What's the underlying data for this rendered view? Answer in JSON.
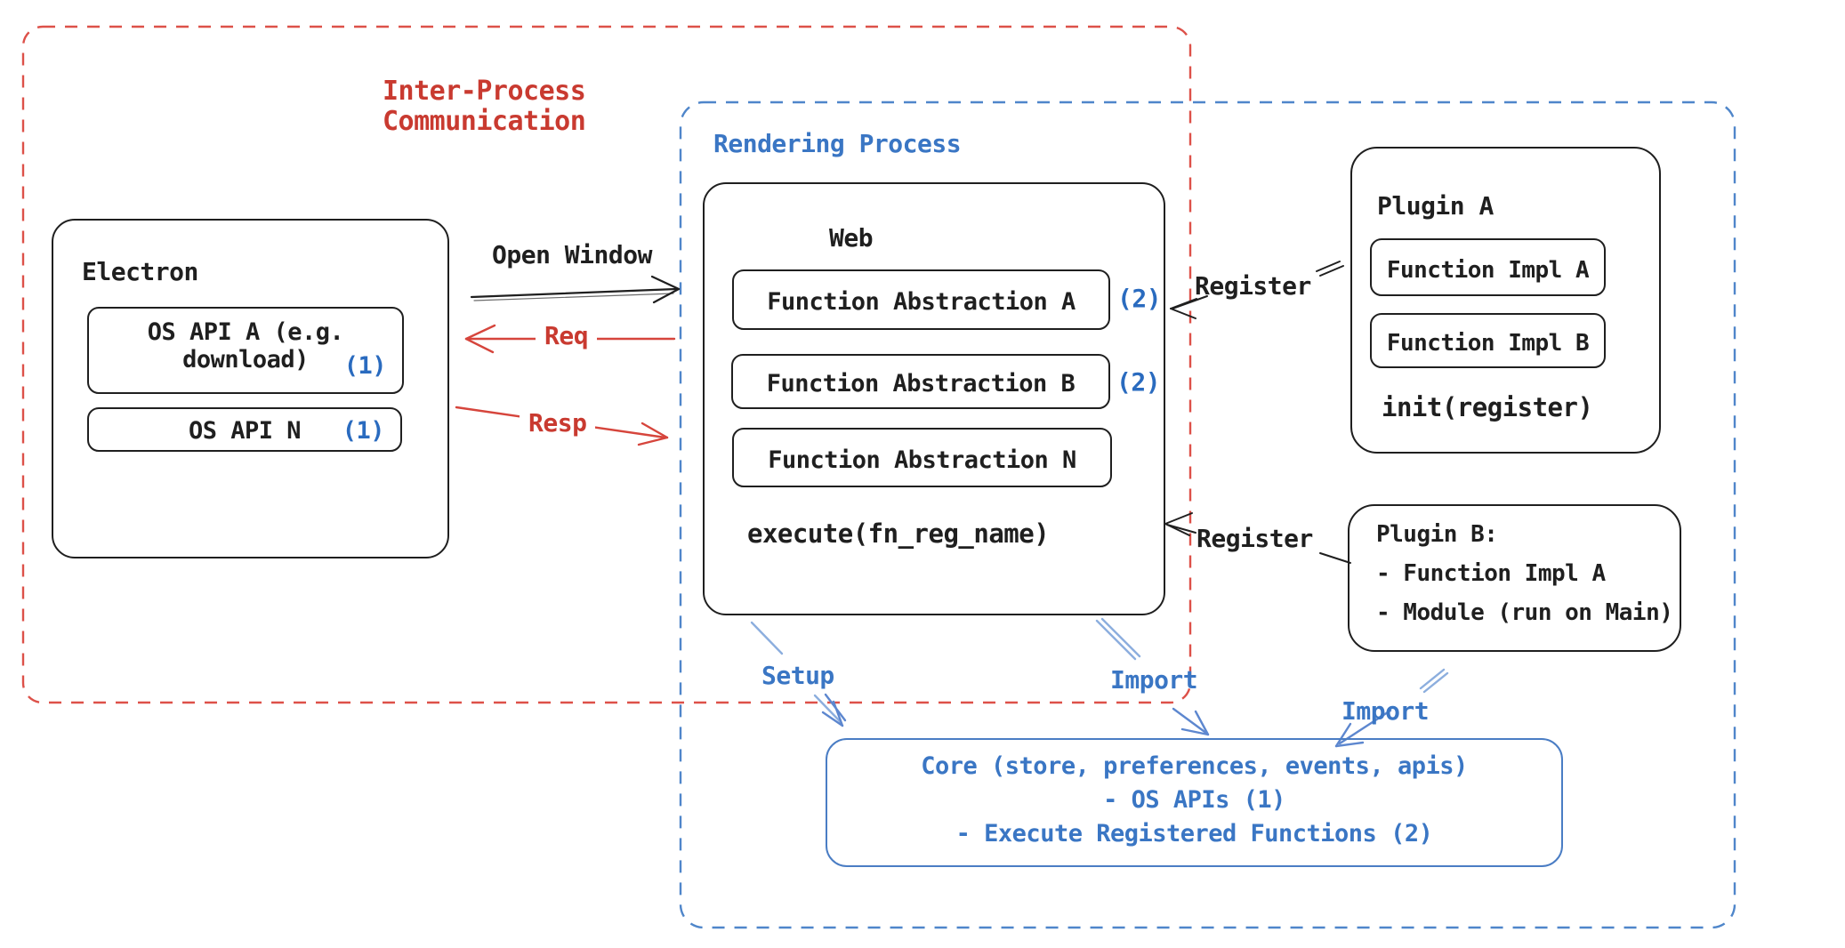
{
  "ipc": {
    "line1": "Inter-Process",
    "line2": "Communication"
  },
  "rendering": {
    "label": "Rendering Process"
  },
  "electron": {
    "title": "Electron",
    "api_a_line1": "OS API A (e.g.",
    "api_a_line2": "download)",
    "api_a_marker": "(1)",
    "api_n_label": "OS API N",
    "api_n_marker": "(1)"
  },
  "web": {
    "title": "Web",
    "fn_a": "Function Abstraction A",
    "fn_a_marker": "(2)",
    "fn_b": "Function Abstraction B",
    "fn_b_marker": "(2)",
    "fn_n": "Function Abstraction N",
    "execute_label": "execute(fn_reg_name)"
  },
  "plugin_a": {
    "title": "Plugin A",
    "impl_a": "Function Impl A",
    "impl_b": "Function Impl B",
    "init_label": "init(register)"
  },
  "plugin_b": {
    "title": "Plugin B:",
    "item_1": "- Function Impl A",
    "item_2": "- Module (run on Main)"
  },
  "core": {
    "line1": "Core (store, preferences, events, apis)",
    "line2": "- OS APIs (1)",
    "line3": "- Execute Registered Functions (2)"
  },
  "labels": {
    "open_window": "Open Window",
    "req": "Req",
    "resp": "Resp",
    "register_plugin_a": "Register",
    "register_plugin_b": "Register",
    "setup": "Setup",
    "import_web": "Import",
    "import_plugin_b": "Import"
  },
  "colors": {
    "ink": "#1f1f1f",
    "red_dash": "#d6453c",
    "red_text": "#c93a30",
    "blue_dash": "#4f86ca",
    "blue_text": "#3a76c4",
    "marker_blue": "#2a6bbf",
    "arrow_blue": "#5d87cf",
    "arrow_blue_light": "#8caede"
  }
}
